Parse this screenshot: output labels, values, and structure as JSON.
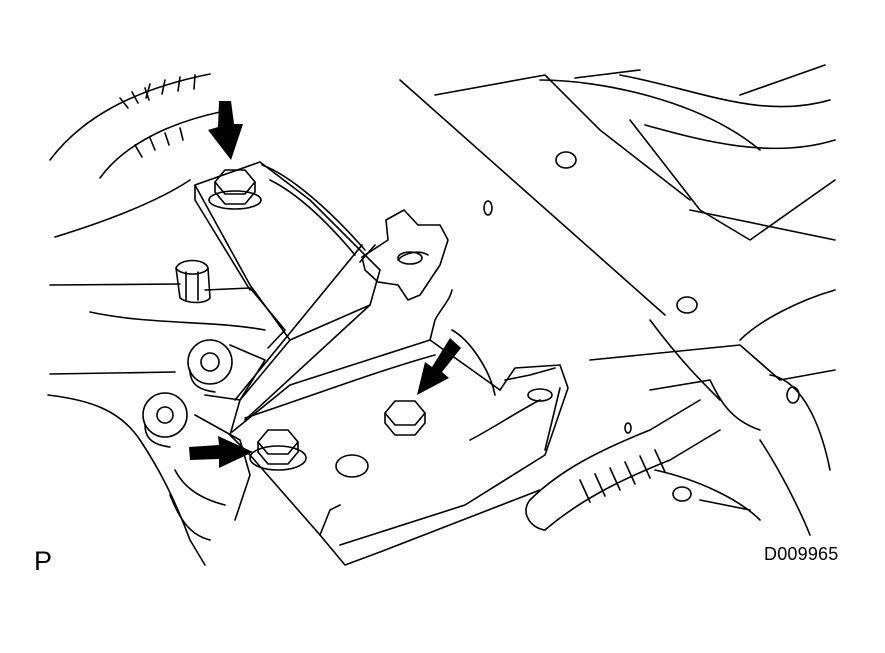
{
  "figure": {
    "view_letter": "P",
    "drawing_code": "D009965"
  },
  "callouts": [
    {
      "name": "arrow-bolt-top-left",
      "direction": "down"
    },
    {
      "name": "arrow-bolt-center",
      "direction": "down-left"
    },
    {
      "name": "arrow-bolt-bottom-left",
      "direction": "right"
    }
  ],
  "colors": {
    "line": "#000000",
    "background": "#ffffff"
  }
}
